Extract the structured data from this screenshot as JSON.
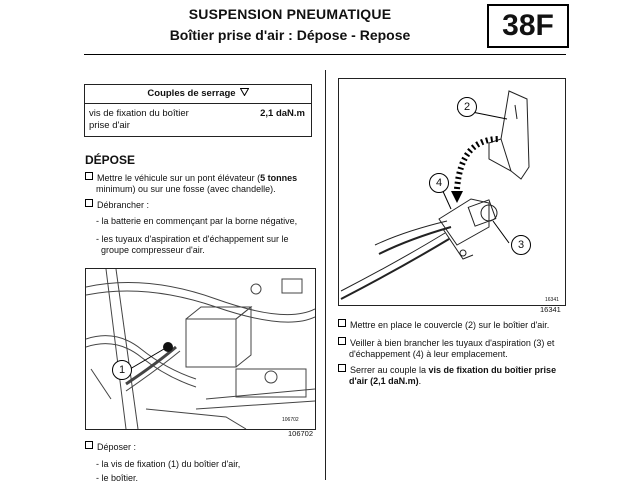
{
  "header": {
    "title": "SUSPENSION PNEUMATIQUE",
    "subtitle": "Boîtier prise d'air : Dépose - Repose",
    "section_code": "38F"
  },
  "torque_table": {
    "heading": "Couples de serrage",
    "item_line1": "vis de fixation du boîtier",
    "item_line2": "prise d'air",
    "value": "2,1 daN.m"
  },
  "depose": {
    "heading": "DÉPOSE",
    "step1_a": "Mettre le véhicule sur un pont élévateur (",
    "step1_bold": "5 tonnes",
    "step1_b": "minimum) ou sur une fosse (avec chandelle).",
    "step2": "Débrancher :",
    "step2_sub1": "- la batterie en commençant par la borne négative,",
    "step2_sub2_a": "- les tuyaux d'aspiration et d'échappement sur le",
    "step2_sub2_b": "groupe compresseur d'air.",
    "step3": "Déposer :",
    "step3_sub1": "- la vis de fixation (1) du boîtier d'air,",
    "step3_sub2": "- le boîtier."
  },
  "figure_left": {
    "number": "106702",
    "small_number": "106702",
    "callout": "1"
  },
  "figure_right": {
    "number": "16341",
    "small_number": "16341",
    "callouts": [
      "2",
      "4",
      "3"
    ]
  },
  "repose": {
    "item1": "Mettre en place le couvercle (2) sur le boîtier d'air.",
    "item2_a": "Veiller à bien brancher les tuyaux d'aspiration (3) et",
    "item2_b": "d'échappement (4) à leur emplacement.",
    "item3_a": "Serrer au couple la ",
    "item3_bold1": "vis de fixation du boîtier prise",
    "item3_bold2": "d'air (2,1 daN.m)",
    "item3_end": "."
  }
}
